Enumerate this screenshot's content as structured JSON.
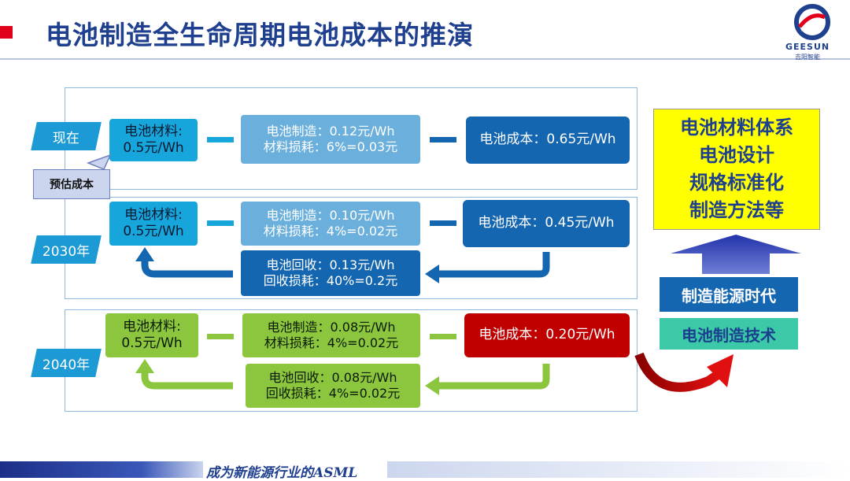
{
  "header": {
    "title": "电池制造全生命周期电池成本的推演",
    "logo_name": "GEESUN",
    "logo_cn": "吉阳智能"
  },
  "rows": [
    {
      "year": "现在",
      "material": [
        "电池材料:",
        "0.5元/Wh"
      ],
      "manufacture": [
        "电池制造：0.12元/Wh",
        "材料损耗：6%=0.03元"
      ],
      "cost": "电池成本：0.65元/Wh",
      "note": "预估成本"
    },
    {
      "year": "2030年",
      "material": [
        "电池材料:",
        "0.5元/Wh"
      ],
      "manufacture": [
        "电池制造：0.10元/Wh",
        "材料损耗：4%=0.02元"
      ],
      "recycle": [
        "电池回收：0.13元/Wh",
        "回收损耗：40%=0.2元"
      ],
      "cost": "电池成本：0.45元/Wh"
    },
    {
      "year": "2040年",
      "material": [
        "电池材料:",
        "0.5元/Wh"
      ],
      "manufacture": [
        "电池制造：0.08元/Wh",
        "材料损耗：4%=0.02元"
      ],
      "recycle": [
        "电池回收：0.08元/Wh",
        "回收损耗：4%=0.02元"
      ],
      "cost": "电池成本：0.20元/Wh"
    }
  ],
  "side": {
    "drivers": [
      "电池材料体系",
      "电池设计",
      "规格标准化",
      "制造方法等"
    ],
    "era": "制造能源时代",
    "tech": "电池制造技术"
  },
  "footer": {
    "slogan": "成为新能源行业的ASML"
  },
  "colors": {
    "title": "#1f3f8f",
    "accent_red": "#e0001a",
    "cyan": "#17a6dc",
    "navy": "#1466b0",
    "green": "#8cc63f",
    "red_cost": "#c00000",
    "yellow": "#ffff00"
  },
  "icons": [
    "geesun-logo",
    "arrow-up-icon",
    "curved-arrow-icon",
    "arrow-left-icon"
  ]
}
